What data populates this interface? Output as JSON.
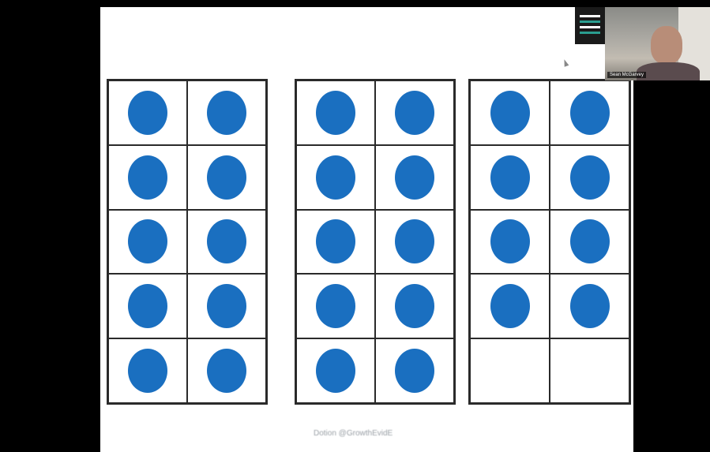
{
  "footer": {
    "text": "Dotion   @GrowthEvidE"
  },
  "participant": {
    "name": "Sean McGarvey"
  },
  "colors": {
    "counter": "#1a6fc0",
    "grid_line": "#2a2a2a",
    "letterbox": "#000000"
  },
  "frames": [
    {
      "filled": 10,
      "empty": 0
    },
    {
      "filled": 10,
      "empty": 0
    },
    {
      "filled": 8,
      "empty": 2
    }
  ]
}
